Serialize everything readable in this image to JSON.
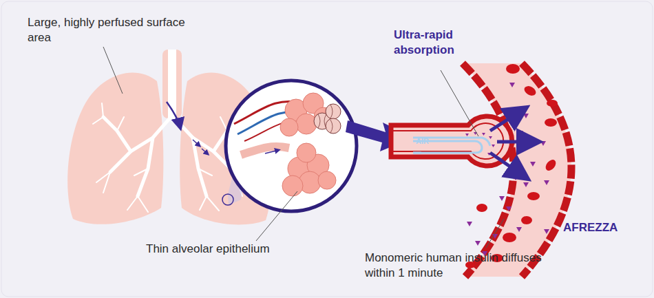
{
  "diagram": {
    "labels": [
      "Large, highly perfused surface area",
      "Ultra-rapid absorption",
      "AIR",
      "Thin alveolar epithelium",
      "Monomeric human insulin diffuses within 1 minute",
      "AFREZZA"
    ]
  }
}
